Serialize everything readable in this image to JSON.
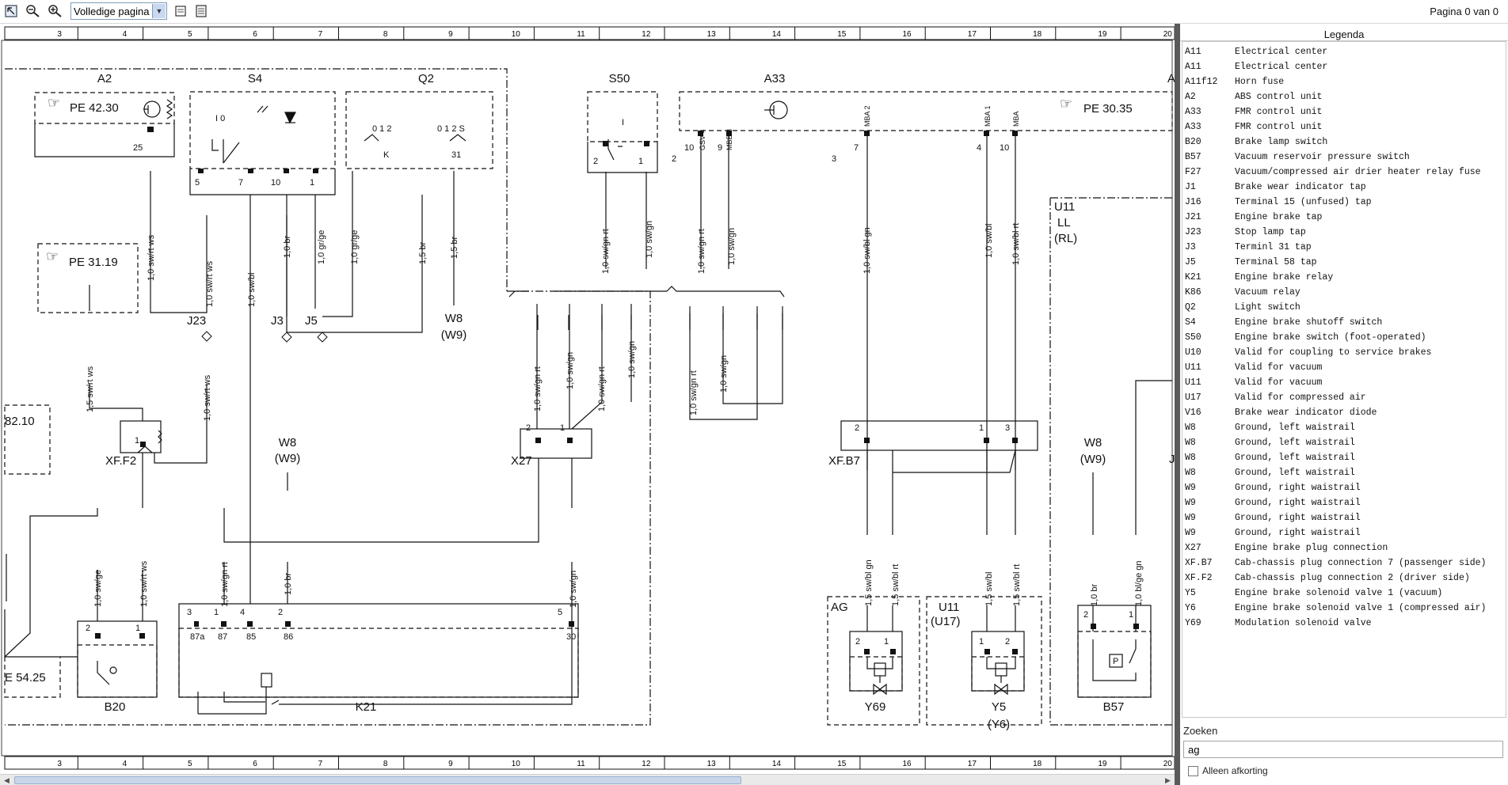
{
  "toolbar": {
    "zoom_value": "Volledige pagina",
    "page_indicator": "Pagina 0 van 0"
  },
  "ruler": {
    "columns": [
      "3",
      "4",
      "5",
      "6",
      "7",
      "8",
      "9",
      "10",
      "11",
      "12",
      "13",
      "14",
      "15",
      "16",
      "17",
      "18",
      "19",
      "20"
    ]
  },
  "diagram": {
    "components": {
      "A2": "A2",
      "S4": "S4",
      "Q2": "Q2",
      "S50": "S50",
      "A33": "A33",
      "J23": "J23",
      "J3": "J3",
      "J5": "J5",
      "W8a": "W8",
      "W9a": "(W9)",
      "XF_F2": "XF.F2",
      "W8b": "W8",
      "W9b": "(W9)",
      "X27": "X27",
      "XF_B7": "XF.B7",
      "U11": "U11",
      "LL": "LL",
      "RL": "(RL)",
      "W8c": "W8",
      "W9c": "(W9)",
      "B20": "B20",
      "K21": "K21",
      "AG": "AG",
      "Y69": "Y69",
      "U11b": "U11",
      "U17": "(U17)",
      "Y5": "Y5",
      "Y6": "(Y6)",
      "B57": "B57",
      "J_partial": "J",
      "A_partial": "A"
    },
    "refs": {
      "pe1": "PE 42.30",
      "pe2": "PE 31.19",
      "pe3": "PE 30.35",
      "left1": "82.10",
      "left2": "E 54.25"
    },
    "wire_labels": [
      "1,0 sw/rt ws",
      "1,0 sw/rt ws",
      "1,0 sw/bl",
      "1,0 br",
      "1,0 gr/ge",
      "1,0 gr/ge",
      "1,5 br",
      "1,5 br",
      "1,0 sw/gn rt",
      "1,0 sw/gn",
      "1,0 sw/gn rt",
      "1,0 sw/gn",
      "1,0 sw/bl gn",
      "1,0 sw/bl",
      "1,0 sw/bl rt",
      "1,5 sw/rt ws",
      "1,0 sw/rt ws",
      "1,0 sw/gn rt",
      "1,0 sw/gn",
      "1,0 sw/gn rt",
      "1,0 sw/gn",
      "1,0 sw/gn rt",
      "1,0 sw/gn",
      "1,0 sw/ge",
      "1,0 sw/rt ws",
      "1,0 sw/gn rt",
      "1,0 br",
      "1,0 sw/gn",
      "1,5 sw/bl gn",
      "1,5 sw/bl rt",
      "1,5 sw/bl",
      "1,5 sw/bl rt",
      "1,0 br",
      "1,0 bl/ge gn"
    ],
    "pin_labels": {
      "a2_25": "25",
      "s4_5": "5",
      "s4_7": "7",
      "s4_10": "10",
      "s4_1": "1",
      "s4_io": "I 0",
      "q2_k": "K",
      "q2_31": "31",
      "q2_012a": "0 1 2",
      "q2_012s": "0 1 2 S",
      "s50_2": "2",
      "s50_1": "1",
      "s50_I": "I",
      "a33_10": "10",
      "a33_9": "9",
      "a33_gsv": "GSV 4",
      "a33_mbe3": "MBE 3",
      "a33_2": "2",
      "a33_3": "3",
      "a33_7": "7",
      "a33_mba2": "MBA 2",
      "a33_mba1": "MBA 1",
      "a33_mbax": "MBA",
      "a33_4": "4",
      "a33_10b": "10",
      "xff2_1": "1",
      "x27_2": "2",
      "x27_1": "1",
      "xfb7_2": "2",
      "xfb7_1": "1",
      "xfb7_3": "3",
      "b20_2": "2",
      "b20_1": "1",
      "k21_3": "3",
      "k21_1": "1",
      "k21_4": "4",
      "k21_2": "2",
      "k21_5": "5",
      "k21_87a": "87a",
      "k21_87": "87",
      "k21_85": "85",
      "k21_86": "86",
      "k21_30": "30",
      "y69_2": "2",
      "y69_1": "1",
      "y5_1": "1",
      "y5_2": "2",
      "b57_2": "2",
      "b57_1": "1",
      "b57_p": "P"
    }
  },
  "legend": {
    "title": "Legenda",
    "items": [
      {
        "code": "A11",
        "desc": "Electrical center"
      },
      {
        "code": "A11",
        "desc": "Electrical center"
      },
      {
        "code": "A11f12",
        "desc": "Horn fuse"
      },
      {
        "code": "A2",
        "desc": "ABS control unit"
      },
      {
        "code": "A33",
        "desc": "FMR control unit"
      },
      {
        "code": "A33",
        "desc": "FMR control unit"
      },
      {
        "code": "B20",
        "desc": "Brake lamp switch"
      },
      {
        "code": "B57",
        "desc": "Vacuum reservoir pressure switch"
      },
      {
        "code": "F27",
        "desc": "Vacuum/compressed air drier heater relay fuse"
      },
      {
        "code": "J1",
        "desc": "Brake wear indicator tap"
      },
      {
        "code": "J16",
        "desc": "Terminal 15 (unfused) tap"
      },
      {
        "code": "J21",
        "desc": "Engine brake tap"
      },
      {
        "code": "J23",
        "desc": "Stop lamp tap"
      },
      {
        "code": "J3",
        "desc": "Terminl 31 tap"
      },
      {
        "code": "J5",
        "desc": "Terminal 58 tap"
      },
      {
        "code": "K21",
        "desc": "Engine brake relay"
      },
      {
        "code": "K86",
        "desc": "Vacuum relay"
      },
      {
        "code": "Q2",
        "desc": "Light switch"
      },
      {
        "code": "S4",
        "desc": "Engine brake shutoff switch"
      },
      {
        "code": "S50",
        "desc": "Engine brake switch (foot-operated)"
      },
      {
        "code": "U10",
        "desc": "Valid for coupling to service brakes"
      },
      {
        "code": "U11",
        "desc": "Valid for vacuum"
      },
      {
        "code": "U11",
        "desc": "Valid for vacuum"
      },
      {
        "code": "U17",
        "desc": "Valid for compressed air"
      },
      {
        "code": "V16",
        "desc": "Brake wear indicator diode"
      },
      {
        "code": "W8",
        "desc": "Ground, left waistrail"
      },
      {
        "code": "W8",
        "desc": "Ground, left waistrail"
      },
      {
        "code": "W8",
        "desc": "Ground, left waistrail"
      },
      {
        "code": "W8",
        "desc": "Ground, left waistrail"
      },
      {
        "code": "W9",
        "desc": "Ground, right waistrail"
      },
      {
        "code": "W9",
        "desc": "Ground, right waistrail"
      },
      {
        "code": "W9",
        "desc": "Ground, right waistrail"
      },
      {
        "code": "W9",
        "desc": "Ground, right waistrail"
      },
      {
        "code": "X27",
        "desc": "Engine brake plug connection"
      },
      {
        "code": "XF.B7",
        "desc": "Cab-chassis plug connection 7 (passenger side)"
      },
      {
        "code": "XF.F2",
        "desc": "Cab-chassis plug connection 2 (driver side)"
      },
      {
        "code": "Y5",
        "desc": "Engine brake solenoid valve 1 (vacuum)"
      },
      {
        "code": "Y6",
        "desc": "Engine brake solenoid valve 1 (compressed air)"
      },
      {
        "code": "Y69",
        "desc": "Modulation solenoid valve"
      }
    ]
  },
  "search": {
    "label": "Zoeken",
    "value": "ag",
    "abbrev_label": "Alleen afkorting",
    "abbrev_checked": false
  },
  "colors": {
    "divider": "#5a5a5a",
    "scroll_thumb": "#c9d6ea",
    "line": "#111111"
  }
}
